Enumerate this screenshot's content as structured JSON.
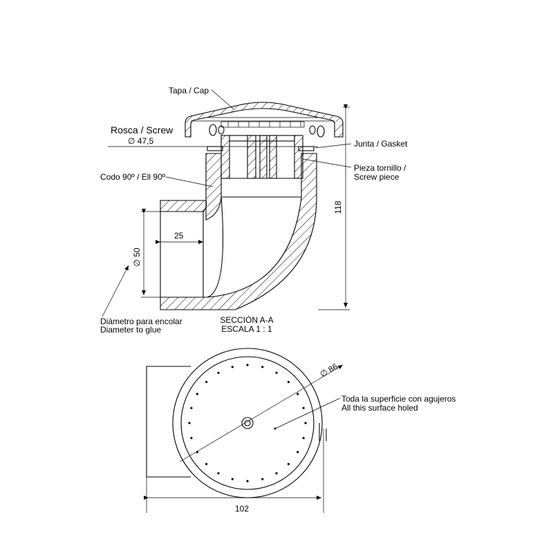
{
  "labels": {
    "cap": "Tapa / Cap",
    "screw_title": "Rosca / Screw",
    "screw_dim": "∅ 47,5",
    "gasket": "Junta / Gasket",
    "screw_piece_1": "Pieza tornillo /",
    "screw_piece_2": "Screw piece",
    "elbow": "Codo 90º / Ell 90º",
    "height": "118",
    "length": "25",
    "diameter": "∅ 50",
    "glue_es": "Diámetro para encolar",
    "glue_en": "Diameter to glue",
    "section_1": "SECCIÓN A-A",
    "section_2": "ESCALA 1 : 1",
    "top_diam": "∅ 86",
    "holed_es": "Toda la superficie con agujeros",
    "holed_en": "All this surface holed",
    "width": "102"
  }
}
